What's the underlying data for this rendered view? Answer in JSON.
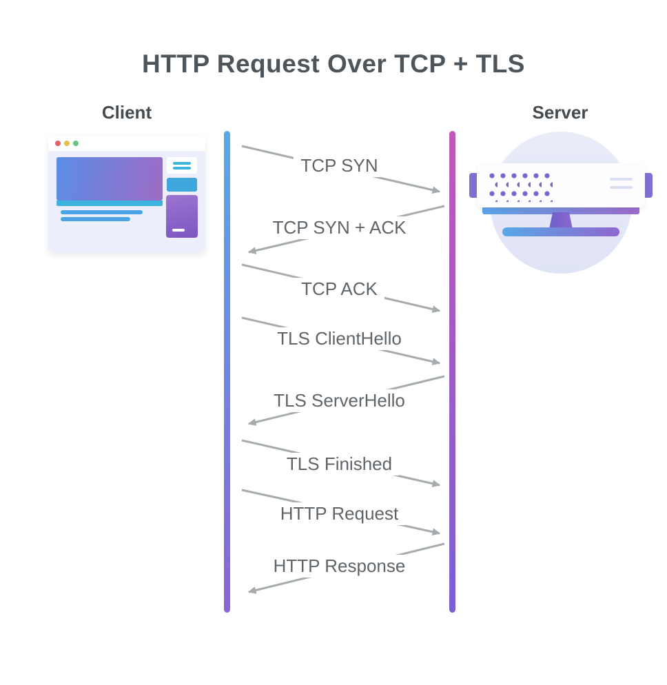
{
  "title": "HTTP Request Over TCP + TLS",
  "client": {
    "label": "Client"
  },
  "server": {
    "label": "Server"
  },
  "messages": [
    {
      "label": "TCP SYN",
      "from": "client",
      "to": "server"
    },
    {
      "label": "TCP SYN + ACK",
      "from": "server",
      "to": "client"
    },
    {
      "label": "TCP ACK",
      "from": "client",
      "to": "server"
    },
    {
      "label": "TLS ClientHello",
      "from": "client",
      "to": "server"
    },
    {
      "label": "TLS ServerHello",
      "from": "server",
      "to": "client"
    },
    {
      "label": "TLS Finished",
      "from": "client",
      "to": "server"
    },
    {
      "label": "HTTP Request",
      "from": "client",
      "to": "server"
    },
    {
      "label": "HTTP Response",
      "from": "server",
      "to": "client"
    }
  ],
  "illustrations": {
    "client": "browser-window",
    "server": "server-device-on-circle"
  },
  "colors": {
    "arrow": "#a6abae",
    "message_text": "#5f6468",
    "title_text": "#4d555b",
    "client_lifeline_top": "#57a9e9",
    "client_lifeline_bottom": "#8a63d6",
    "server_lifeline_top": "#c058b6",
    "server_lifeline_bottom": "#7a60d2"
  }
}
